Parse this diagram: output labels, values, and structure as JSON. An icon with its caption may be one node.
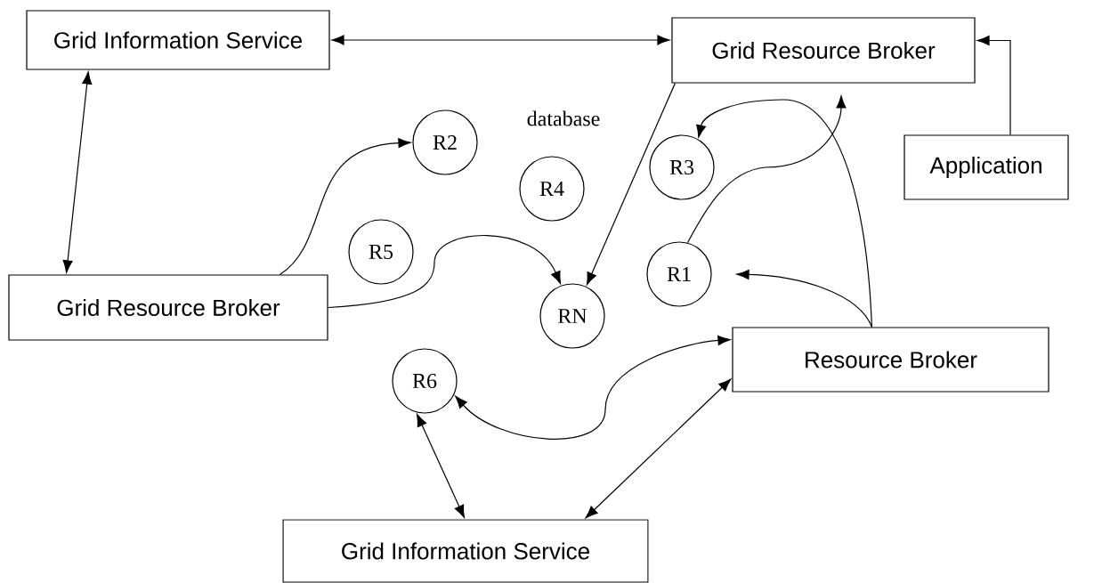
{
  "diagram": {
    "nodes": [
      {
        "text": [
          "Grid Information Service"
        ]
      },
      {
        "text": [
          "Grid Resource Broker"
        ]
      },
      {
        "text": [
          "R2"
        ]
      },
      {
        "text": [
          "R4"
        ]
      },
      {
        "text": [
          "R3"
        ]
      },
      {
        "text": [
          "Application"
        ]
      },
      {
        "text": [
          "R5"
        ]
      },
      {
        "text": [
          "Grid Resource Broker"
        ]
      },
      {
        "text": [
          "R1"
        ]
      },
      {
        "text": [
          "RN"
        ]
      },
      {
        "text": [
          "Resource Broker"
        ]
      },
      {
        "text": [
          "R6"
        ]
      },
      {
        "text": [
          "Grid Information Service"
        ]
      }
    ],
    "edges": [
      {
        "from": 0,
        "to": 1,
        "arrow": "both"
      },
      {
        "from": 0,
        "to": 7,
        "arrow": "both"
      },
      {
        "from": 7,
        "to": 2,
        "arrow": "to"
      },
      {
        "from": 7,
        "to": 9,
        "arrow": "to"
      },
      {
        "from": 1,
        "to": 9,
        "arrow": "to"
      },
      {
        "from": 5,
        "to": 1,
        "arrow": "to"
      },
      {
        "from": 8,
        "to": 1,
        "arrow": "to"
      },
      {
        "from": 10,
        "to": 4,
        "arrow": "to"
      },
      {
        "from": 10,
        "to": 8,
        "arrow": "to"
      },
      {
        "from": 11,
        "to": 10,
        "arrow": "both"
      },
      {
        "from": 11,
        "to": 12,
        "arrow": "both"
      },
      {
        "from": 10,
        "to": 12,
        "arrow": "both"
      }
    ],
    "labels": [
      "database"
    ]
  }
}
